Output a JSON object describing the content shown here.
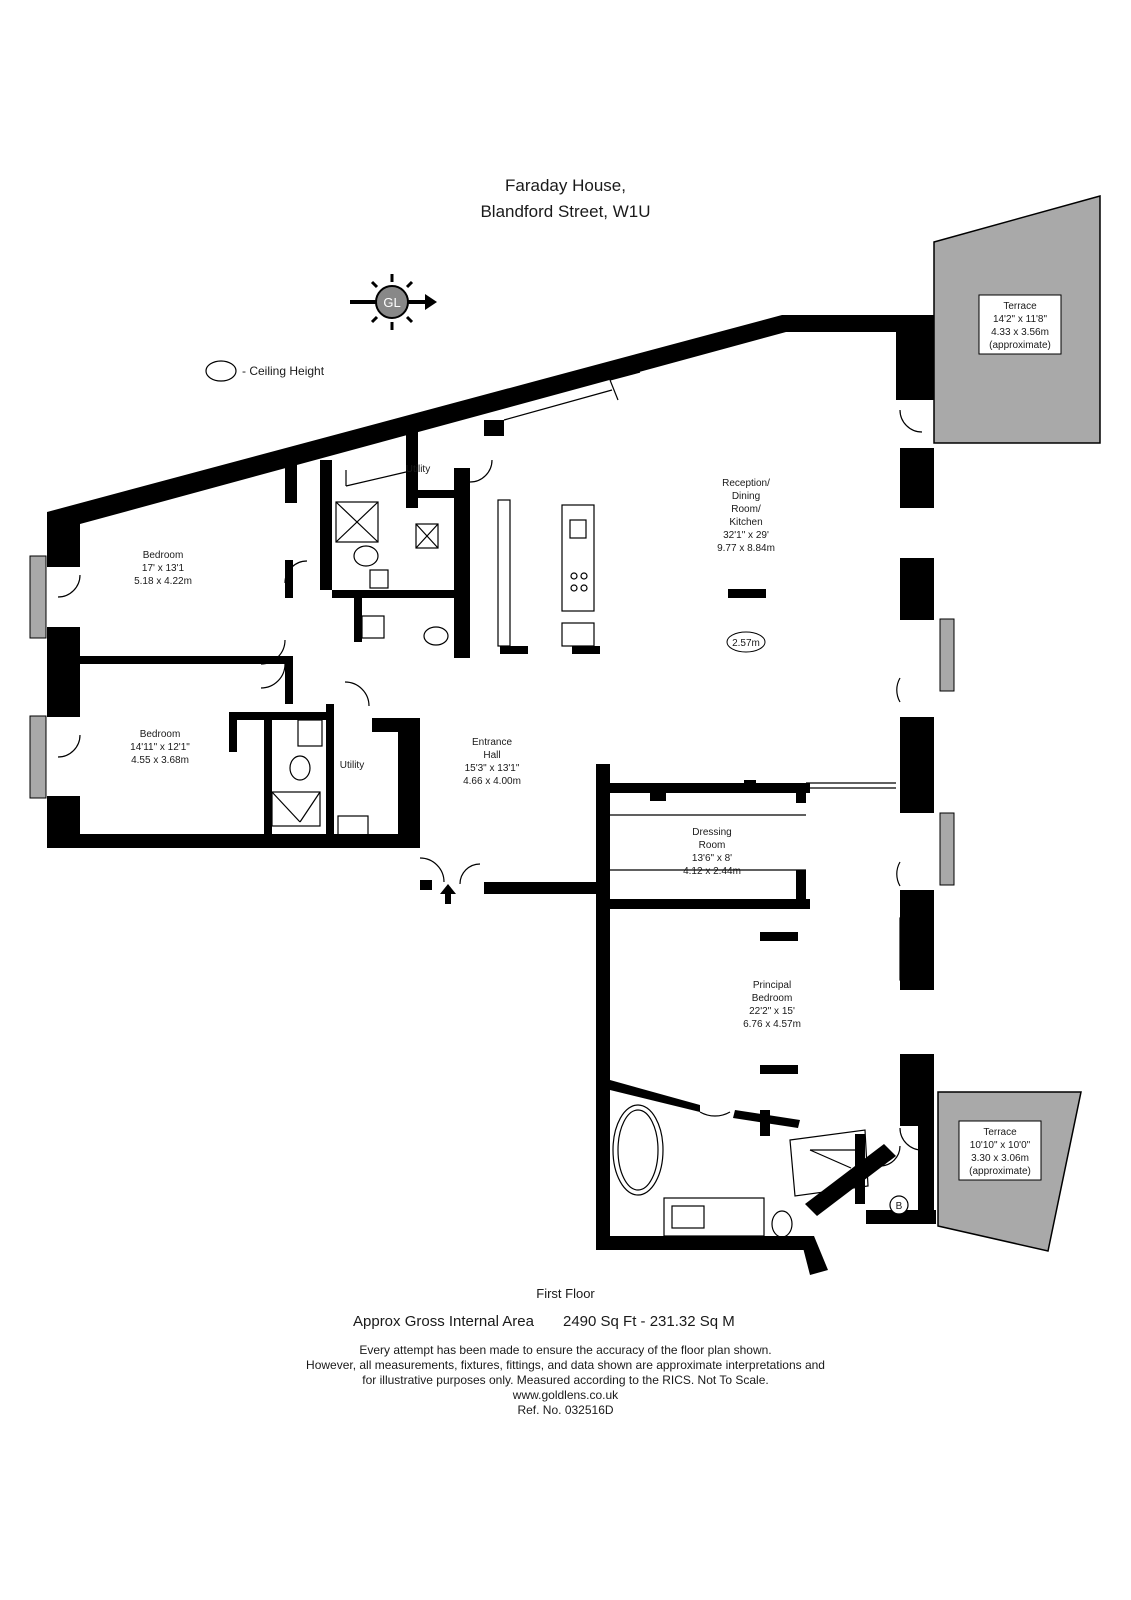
{
  "header": {
    "title_line1": "Faraday House,",
    "title_line2": "Blandford Street, W1U"
  },
  "compass": {
    "label": "GL"
  },
  "legend": {
    "ceiling_height": "-  Ceiling Height"
  },
  "rooms": {
    "reception": {
      "l1": "Reception/",
      "l2": "Dining",
      "l3": "Room/",
      "l4": "Kitchen",
      "imperial": "32'1\" x 29'",
      "metric": "9.77 x 8.84m",
      "ceiling": "2.57m"
    },
    "utility_top": {
      "name": "Utility"
    },
    "bedroom1": {
      "name": "Bedroom",
      "imperial": "17' x 13'1",
      "metric": "5.18 x 4.22m"
    },
    "bedroom2": {
      "name": "Bedroom",
      "imperial": "14'11\" x 12'1\"",
      "metric": "4.55 x 3.68m"
    },
    "utility_hall": {
      "name": "Utility"
    },
    "entrance_hall": {
      "l1": "Entrance",
      "l2": "Hall",
      "imperial": "15'3\" x 13'1\"",
      "metric": "4.66 x 4.00m"
    },
    "dressing": {
      "l1": "Dressing",
      "l2": "Room",
      "imperial": "13'6\" x 8'",
      "metric": "4.12 x 2.44m"
    },
    "principal": {
      "l1": "Principal",
      "l2": "Bedroom",
      "imperial": "22'2\" x 15'",
      "metric": "6.76 x 4.57m"
    },
    "terrace_top": {
      "name": "Terrace",
      "imperial": "14'2\" x 11'8\"",
      "metric": "4.33 x 3.56m",
      "note": "(approximate)"
    },
    "terrace_bottom": {
      "name": "Terrace",
      "imperial": "10'10\" x 10'0\"",
      "metric": "3.30 x 3.06m",
      "note": "(approximate)"
    },
    "boiler": {
      "label": "B"
    }
  },
  "footer": {
    "floor": "First Floor",
    "area_label": "Approx Gross Internal Area",
    "area_value": "2490 Sq Ft  - 231.32 Sq M",
    "disclaimer1": "Every attempt has been made to ensure the accuracy of the floor plan shown.",
    "disclaimer2": "However, all measurements, fixtures, fittings, and data shown are approximate interpretations and",
    "disclaimer3": "for illustrative purposes only. Measured according to the RICS. Not To Scale.",
    "website": "www.goldlens.co.uk",
    "ref": "Ref. No. 032516D"
  },
  "colors": {
    "wall": "#000000",
    "terrace": "#a9a9a9",
    "background": "#ffffff"
  }
}
